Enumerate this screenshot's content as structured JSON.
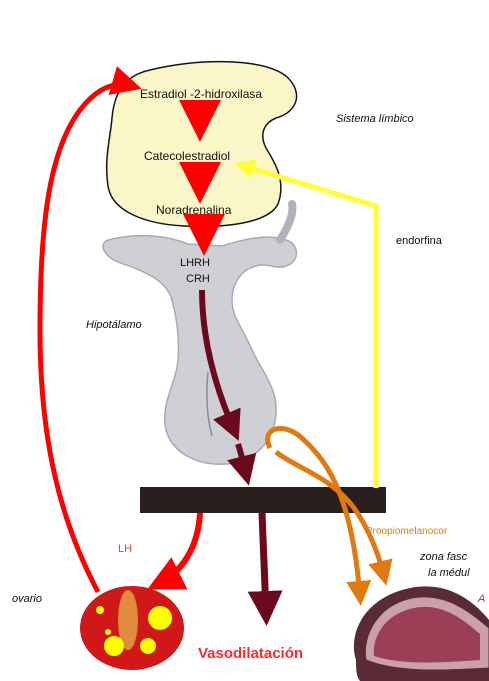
{
  "labels": {
    "estradiol": "Estradiol -2-hidroxilasa",
    "catecolestradiol": "Catecolestradiol",
    "noradrenalina": "Noradrenalina",
    "lhrh": "LHRH",
    "crh": "CRH",
    "sistema_limbico": "Sistema límbico",
    "endorfina": "endorfina",
    "hipotalamo": "Hipotálamo",
    "lh": "LH",
    "ovario": "ovario",
    "proopiomelanocortina": "Proopiomelanocor",
    "zona_fasc": "zona fasc",
    "la_medula": "la médul",
    "a_label": "A",
    "vasodilatacion": "Vasodilatación"
  },
  "colors": {
    "limbic_fill": "#fbf6c8",
    "red_arrow": "#ff0000",
    "dark_red": "#6b0a1e",
    "yellow_arrow": "#ffff33",
    "orange_arrow": "#e07a10",
    "hypothalamus_fill": "#cfd0d6",
    "bar": "#2a1e1e",
    "ovary_fill": "#d01818",
    "ovary_follicle": "#ffff00",
    "adrenal_outer": "#5a2a36",
    "adrenal_mid": "#c9a0ac",
    "adrenal_inner": "#9a3f56"
  }
}
